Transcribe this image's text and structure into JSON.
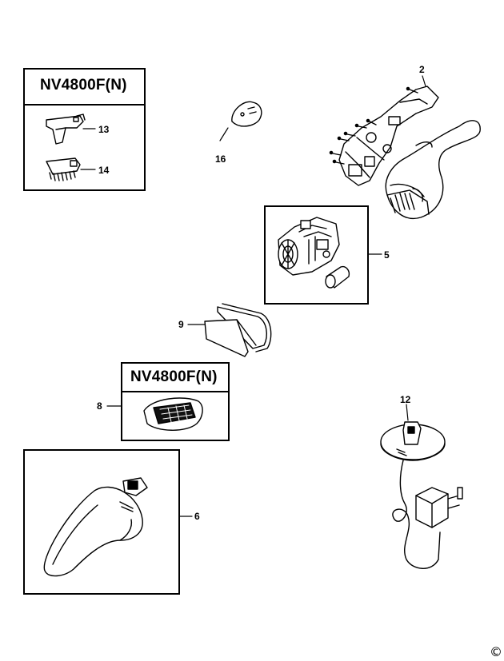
{
  "panels": {
    "top": {
      "title": "NV4800F(N)"
    },
    "middle": {
      "title": "NV4800F(N)"
    }
  },
  "callouts": {
    "p2": "2",
    "p5": "5",
    "p6": "6",
    "p8": "8",
    "p9": "9",
    "p12": "12",
    "p13": "13",
    "p14": "14",
    "p16": "16"
  },
  "footer": {
    "copyright_symbol": "©"
  },
  "colors": {
    "line": "#000000",
    "background": "#ffffff"
  }
}
